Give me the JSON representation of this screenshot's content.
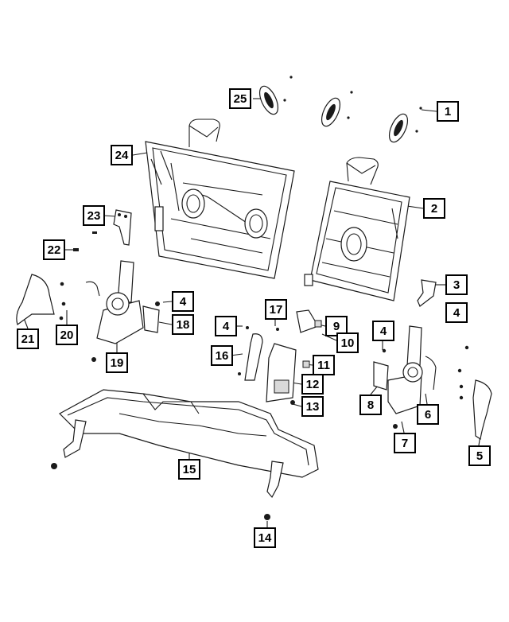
{
  "callouts": [
    {
      "id": "c1",
      "label": "1"
    },
    {
      "id": "c2",
      "label": "2"
    },
    {
      "id": "c3",
      "label": "3"
    },
    {
      "id": "c4a",
      "label": "4"
    },
    {
      "id": "c4b",
      "label": "4"
    },
    {
      "id": "c4c",
      "label": "4"
    },
    {
      "id": "c4d",
      "label": "4"
    },
    {
      "id": "c5",
      "label": "5"
    },
    {
      "id": "c6",
      "label": "6"
    },
    {
      "id": "c7",
      "label": "7"
    },
    {
      "id": "c8",
      "label": "8"
    },
    {
      "id": "c9",
      "label": "9"
    },
    {
      "id": "c10",
      "label": "10"
    },
    {
      "id": "c11",
      "label": "11"
    },
    {
      "id": "c12",
      "label": "12"
    },
    {
      "id": "c13",
      "label": "13"
    },
    {
      "id": "c14",
      "label": "14"
    },
    {
      "id": "c15",
      "label": "15"
    },
    {
      "id": "c16",
      "label": "16"
    },
    {
      "id": "c17",
      "label": "17"
    },
    {
      "id": "c18",
      "label": "18"
    },
    {
      "id": "c19",
      "label": "19"
    },
    {
      "id": "c20",
      "label": "20"
    },
    {
      "id": "c21",
      "label": "21"
    },
    {
      "id": "c22",
      "label": "22"
    },
    {
      "id": "c23",
      "label": "23"
    },
    {
      "id": "c24",
      "label": "24"
    },
    {
      "id": "c25",
      "label": "25"
    }
  ],
  "colors": {
    "line": "#1a1a1a",
    "background": "#ffffff",
    "label_border": "#000000"
  }
}
